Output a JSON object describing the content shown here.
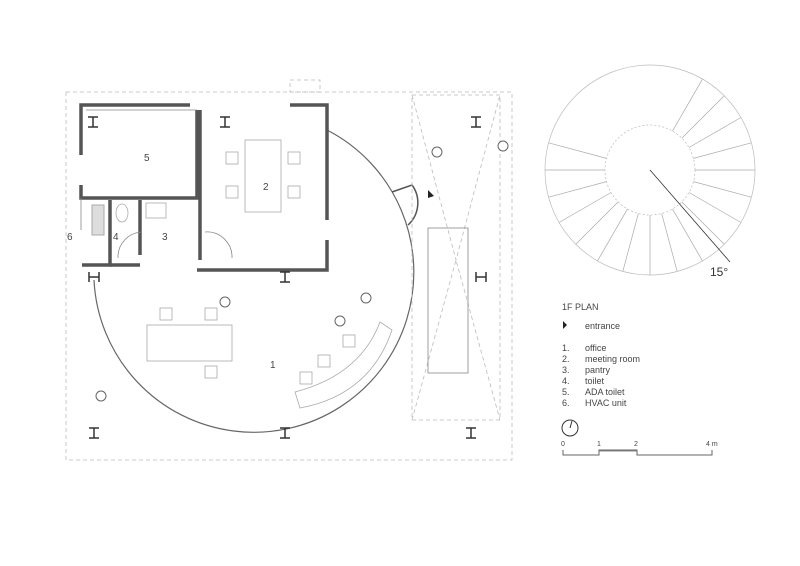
{
  "plan": {
    "title": "1F PLAN",
    "room_numbers": {
      "r1": "1",
      "r2": "2",
      "r3": "3",
      "r4": "4",
      "r5": "5",
      "r6": "6"
    },
    "legend": [
      {
        "key": "entrance-marker",
        "label": "entrance"
      },
      {
        "key": "1.",
        "label": "office"
      },
      {
        "key": "2.",
        "label": "meeting room"
      },
      {
        "key": "3.",
        "label": "pantry"
      },
      {
        "key": "4.",
        "label": "toilet"
      },
      {
        "key": "5.",
        "label": "ADA toilet"
      },
      {
        "key": "6.",
        "label": "HVAC unit"
      }
    ],
    "scale_bar": {
      "ticks": [
        "0",
        "1",
        "2",
        "4 m"
      ]
    },
    "stair_angle": "15°"
  }
}
